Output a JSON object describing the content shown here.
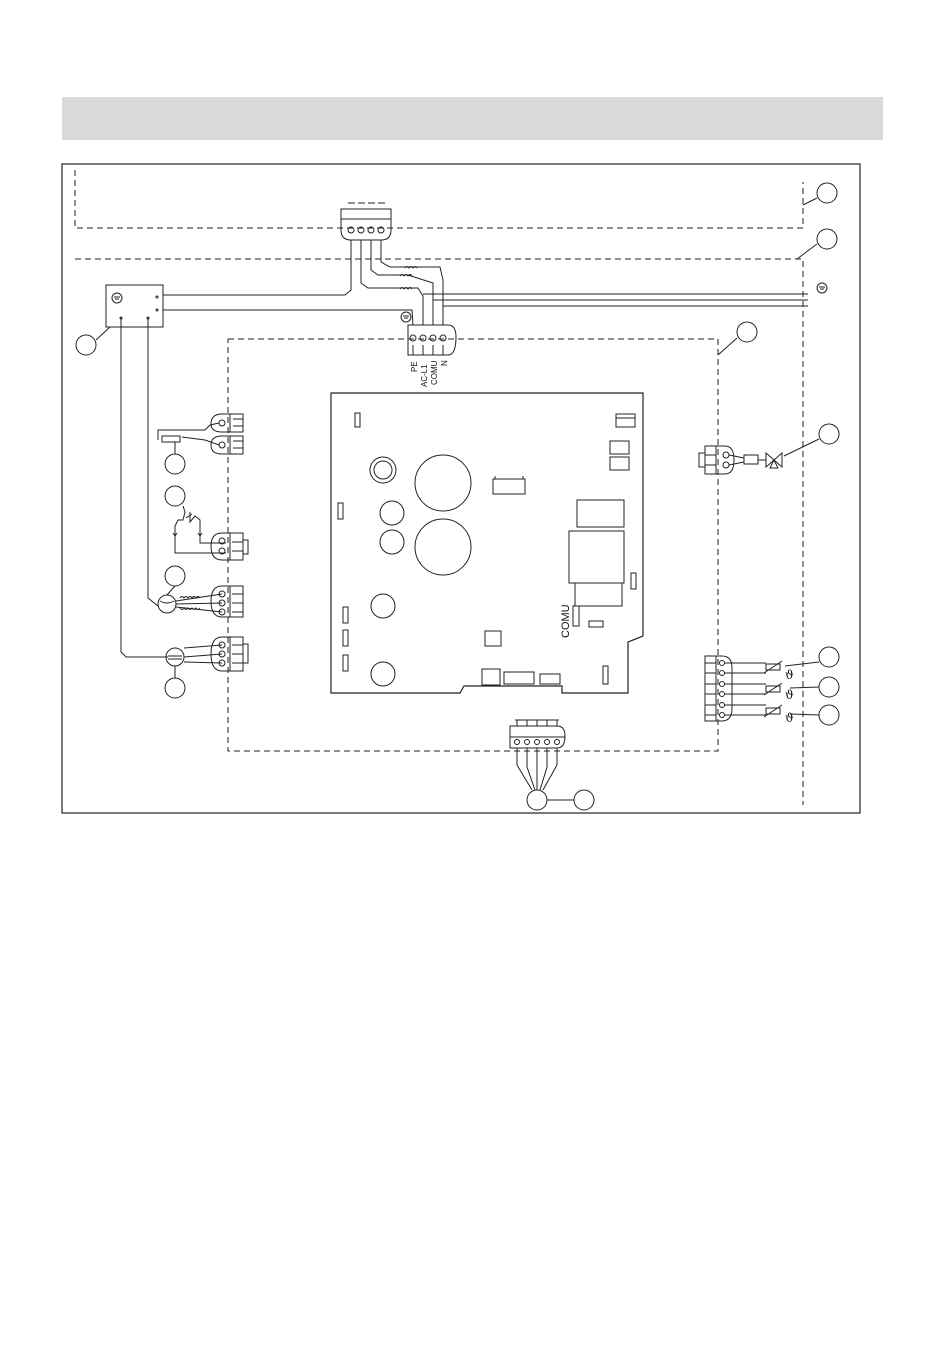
{
  "labels": {
    "terminal_pe": "PE",
    "terminal_acl1": "AC-L1",
    "terminal_comu": "COMU",
    "terminal_n": "N",
    "board_comu": "COMU"
  },
  "colors": {
    "header_band": "#d9d9d9",
    "line": "#222222"
  },
  "icons": {
    "earth": "ground-symbol-icon",
    "valve": "three-way-valve-icon",
    "sensor": "temperature-sensor-icon",
    "fan": "fan-motor-icon",
    "pump": "pump-icon"
  }
}
